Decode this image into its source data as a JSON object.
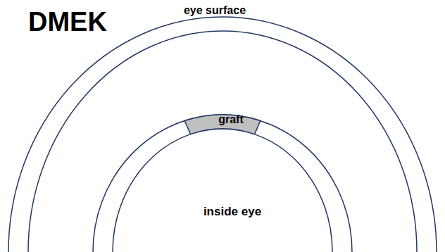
{
  "diagram": {
    "title": "DMEK",
    "nodes": [
      {
        "text": [
          "graft"
        ]
      }
    ],
    "labels": [
      "eye surface",
      "inside eye"
    ]
  }
}
